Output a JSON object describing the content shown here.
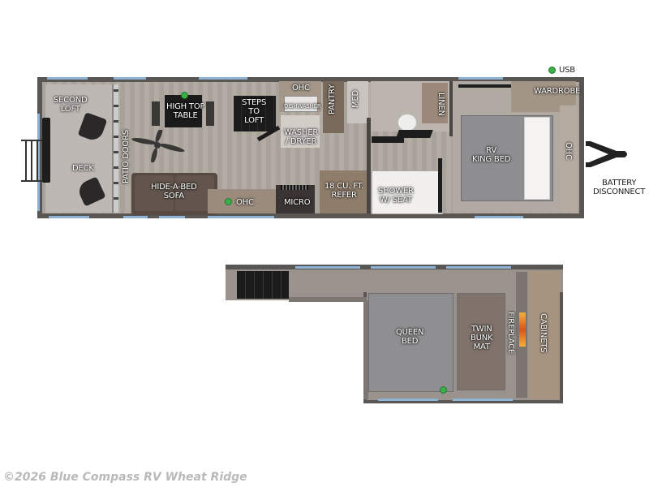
{
  "floorplan": {
    "main_level": {
      "labels": {
        "second_loft": "SECOND\nLOFT",
        "second_loft_l1": "SECOND",
        "second_loft_l2": "LOFT",
        "deck": "DECK",
        "patio_doors": "PATIO DOORS",
        "high_top_table_l1": "HIGH TOP",
        "high_top_table_l2": "TABLE",
        "steps_l1": "STEPS",
        "steps_l2": "TO",
        "steps_l3": "LOFT",
        "ohc_kitchen": "OHC",
        "dishwasher": "DISHWASHER",
        "pantry": "PANTRY",
        "med": "MED",
        "linen": "LINEN",
        "washer_l1": "WASHER",
        "washer_l2": "/ DRYER",
        "sofa_l1": "HIDE-A-BED",
        "sofa_l2": "SOFA",
        "ohc_living": "OHC",
        "micro": "MICRO",
        "refer_l1": "18 CU. FT.",
        "refer_l2": "REFER",
        "shower_l1": "SHOWER",
        "shower_l2": "W/ SEAT",
        "bed_l1": "RV",
        "bed_l2": "KING BED",
        "wardrobe": "WARDROBE",
        "ohc_bedroom": "OHC",
        "usb": "USB",
        "battery_l1": "BATTERY",
        "battery_l2": "DISCONNECT"
      }
    },
    "loft_level": {
      "labels": {
        "queen_l1": "QUEEN",
        "queen_l2": "BED",
        "twin_l1": "TWIN",
        "twin_l2": "BUNK",
        "twin_l3": "MAT",
        "fireplace": "FIREPLACE",
        "cabinets": "CABINETS"
      }
    },
    "colors": {
      "usb_dot": "#3cae4a",
      "window": "#8fb1d3",
      "shell": "#5a5654"
    }
  },
  "footer": {
    "copyright": "©2026 Blue Compass RV Wheat Ridge"
  }
}
